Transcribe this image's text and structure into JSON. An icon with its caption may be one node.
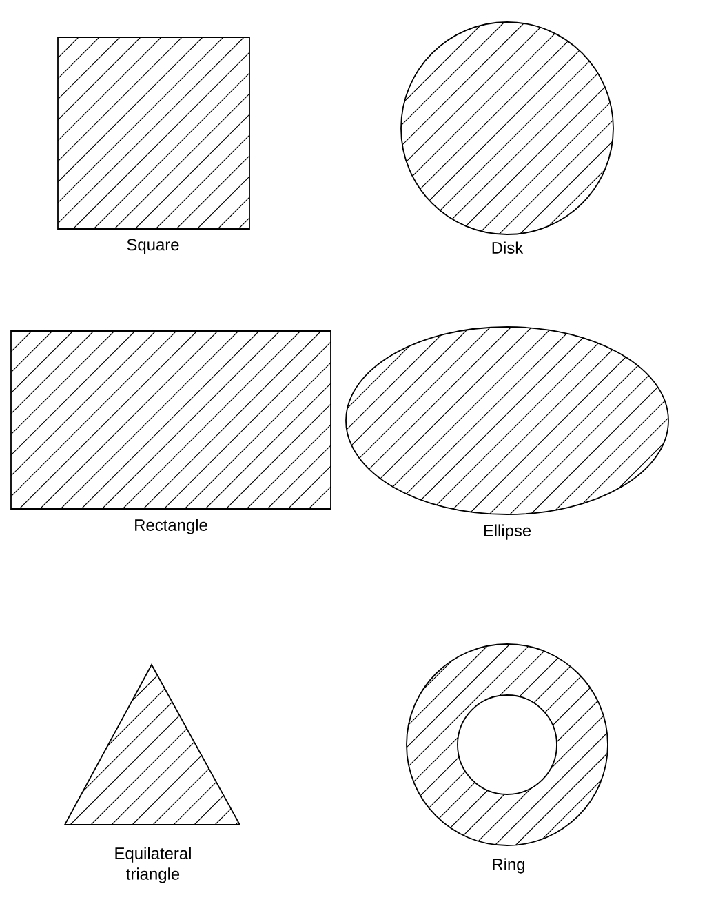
{
  "diagram": {
    "nodes": [
      {
        "text": [
          "Square"
        ]
      },
      {
        "text": [
          "Disk"
        ]
      },
      {
        "text": [
          "Rectangle"
        ]
      },
      {
        "text": [
          "Ellipse"
        ]
      },
      {
        "text": [
          "Equilateral triangle"
        ]
      },
      {
        "text": [
          "Ring"
        ]
      }
    ]
  }
}
